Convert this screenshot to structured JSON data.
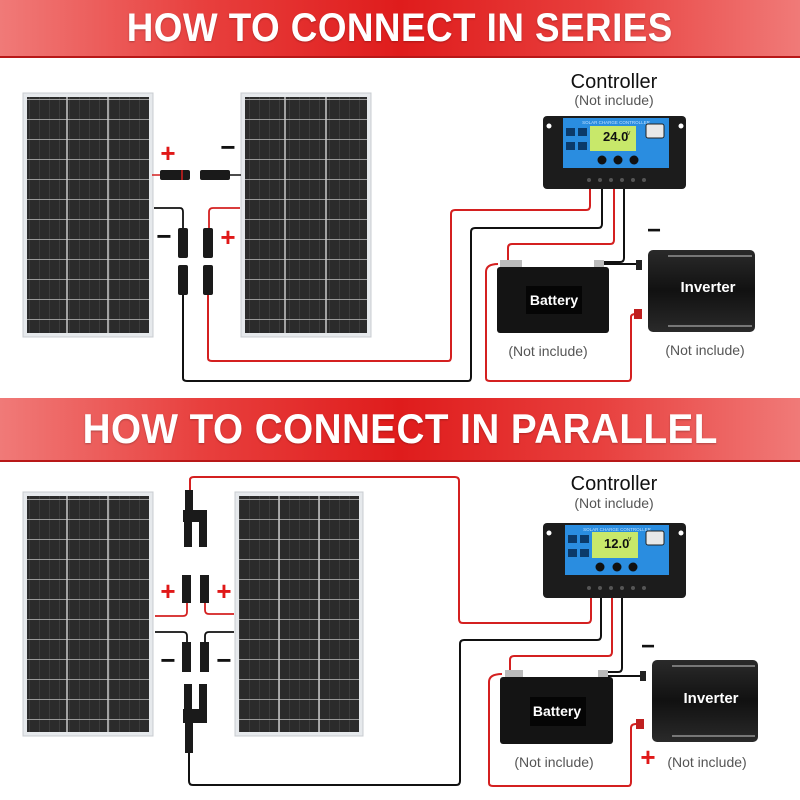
{
  "sections": {
    "series": {
      "title": "HOW TO CONNECT IN SERIES",
      "controller": {
        "label": "Controller",
        "note": "(Not include)",
        "panel_title": "SOLAR CHARGE CONTROLLER",
        "lcd_reading": "24.0",
        "lcd_unit": "V"
      },
      "battery": {
        "label": "Battery",
        "note": "(Not include)"
      },
      "inverter": {
        "label": "Inverter",
        "note": "(Not include)"
      },
      "polarity_marks": {
        "plus": "+",
        "minus": "−"
      }
    },
    "parallel": {
      "title": "HOW TO CONNECT IN PARALLEL",
      "controller": {
        "label": "Controller",
        "note": "(Not include)",
        "panel_title": "SOLAR CHARGE CONTROLLER",
        "lcd_reading": "12.0",
        "lcd_unit": "V"
      },
      "battery": {
        "label": "Battery",
        "note": "(Not include)"
      },
      "inverter": {
        "label": "Inverter",
        "note": "(Not include)"
      },
      "polarity_marks": {
        "plus": "+",
        "minus": "−"
      }
    }
  },
  "colors": {
    "banner_red": "#df1c1c",
    "wire_red": "#d42020",
    "wire_black": "#111111",
    "controller_blue": "#2a8de0",
    "lcd_green": "#c8e86a"
  }
}
